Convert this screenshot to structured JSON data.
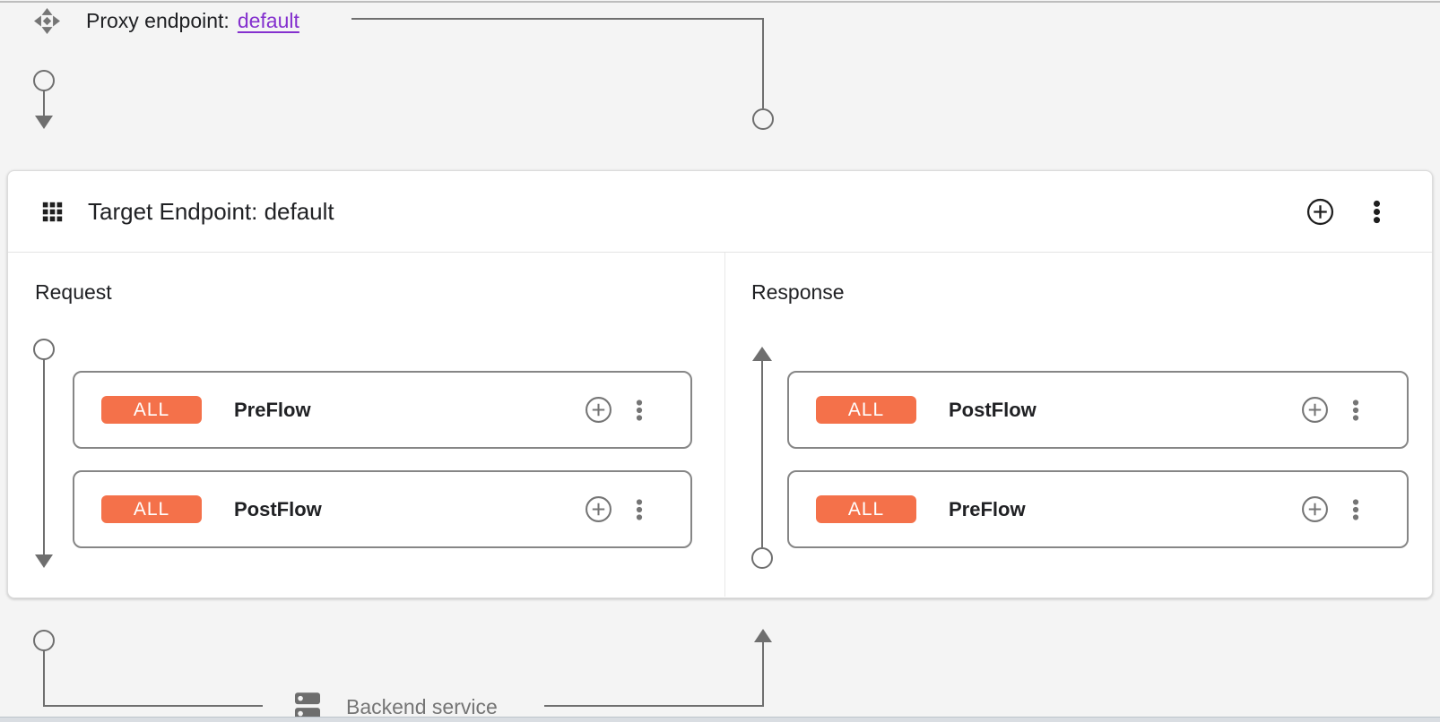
{
  "theme": {
    "page_bg": "#f4f4f4",
    "card_bg": "#ffffff",
    "accent_orange": "#f4714a",
    "link_purple": "#8430ce",
    "connector_gray": "#6f6f6f",
    "row_border_gray": "#868686",
    "text_primary": "#202124",
    "text_secondary": "#757575"
  },
  "proxy_endpoint": {
    "icon": "proxy-endpoint-icon",
    "label": "Proxy endpoint:",
    "link_text": "default"
  },
  "target_endpoint": {
    "icon": "apps-grid-icon",
    "title": "Target Endpoint: default",
    "header_actions": [
      {
        "name": "add",
        "icon": "plus-circle-icon"
      },
      {
        "name": "more-options",
        "icon": "kebab-menu-icon"
      }
    ],
    "columns": {
      "request": {
        "label": "Request",
        "flows": [
          {
            "scope_badge": "ALL",
            "name": "PreFlow"
          },
          {
            "scope_badge": "ALL",
            "name": "PostFlow"
          }
        ]
      },
      "response": {
        "label": "Response",
        "flows": [
          {
            "scope_badge": "ALL",
            "name": "PostFlow"
          },
          {
            "scope_badge": "ALL",
            "name": "PreFlow"
          }
        ]
      }
    }
  },
  "backend_service": {
    "icon": "server-icon",
    "label": "Backend service"
  }
}
